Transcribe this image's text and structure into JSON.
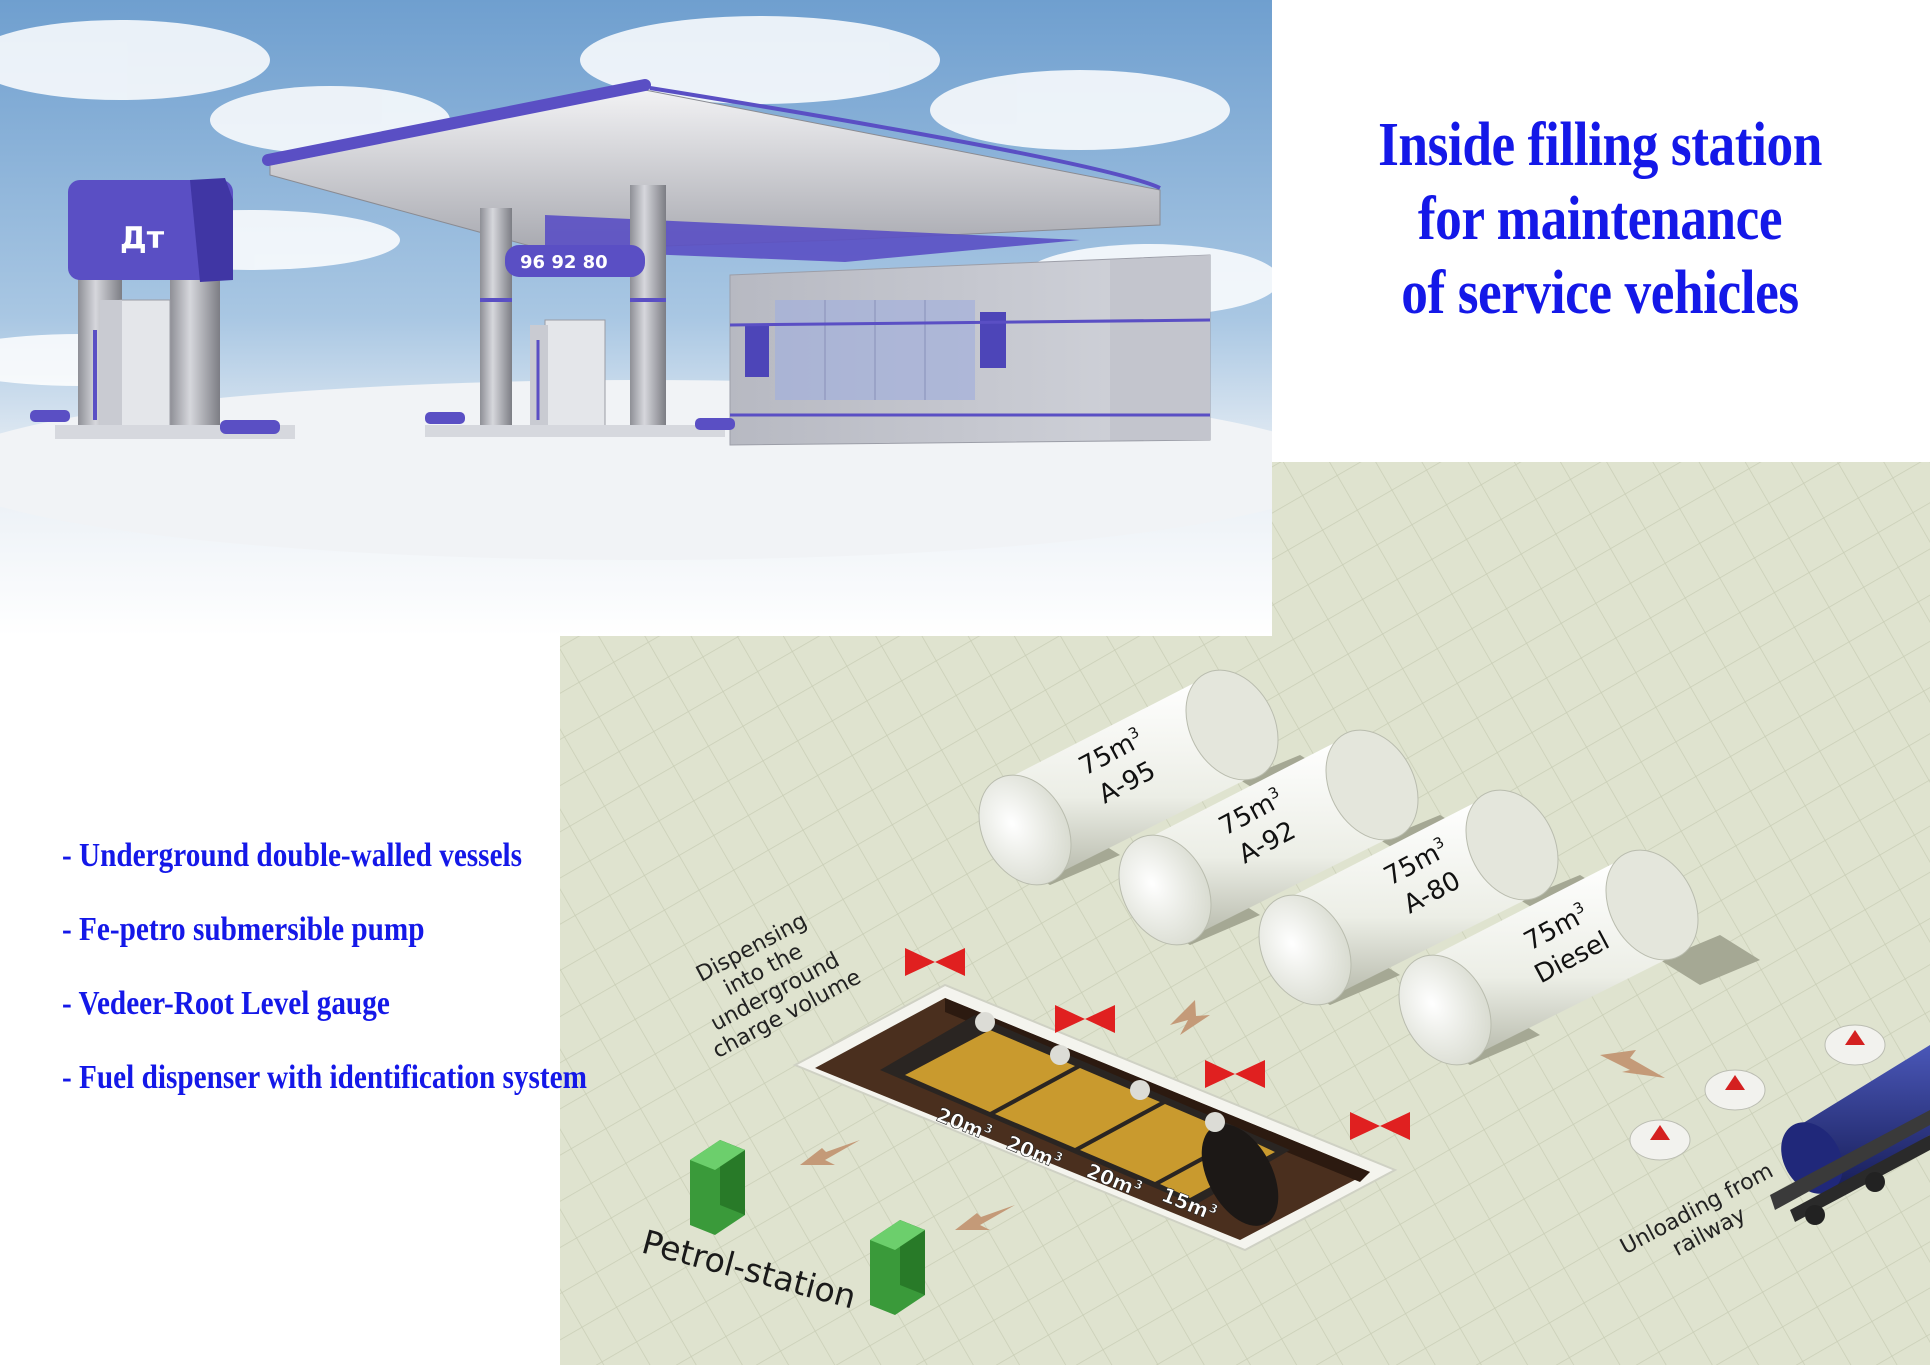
{
  "title": {
    "lines": [
      "Inside filling station",
      "for maintenance",
      "of service vehicles"
    ]
  },
  "features": [
    "- Underground double-walled vessels",
    "- Fe-petro submersible pump",
    "- Vedeer-Root Level gauge",
    "- Fuel dispenser with identification system"
  ],
  "photo": {
    "sign_text": "Дт",
    "canopy_number": "96 92 80"
  },
  "diagram": {
    "tanks": [
      {
        "volume": "75m",
        "sup": "3",
        "fuel": "A-95"
      },
      {
        "volume": "75m",
        "sup": "3",
        "fuel": "A-92"
      },
      {
        "volume": "75m",
        "sup": "3",
        "fuel": "A-80"
      },
      {
        "volume": "75m",
        "sup": "3",
        "fuel": "Diesel"
      }
    ],
    "dispensing_label": [
      "Dispensing",
      "into the",
      "underground",
      "charge volume"
    ],
    "compartments": [
      {
        "volume": "20m",
        "sup": "3"
      },
      {
        "volume": "20m",
        "sup": "3"
      },
      {
        "volume": "20m",
        "sup": "3"
      },
      {
        "volume": "15m",
        "sup": "3"
      }
    ],
    "petrol_station_label": "Petrol-station",
    "unloading_label": [
      "Unloading from",
      "railway"
    ]
  },
  "colors": {
    "title_blue": "#1418e8",
    "canopy_purple": "#5a4fc4",
    "diagram_ground": "#dfe3cf",
    "dispenser_green": "#3a9a3a",
    "marker_red": "#e02020"
  }
}
